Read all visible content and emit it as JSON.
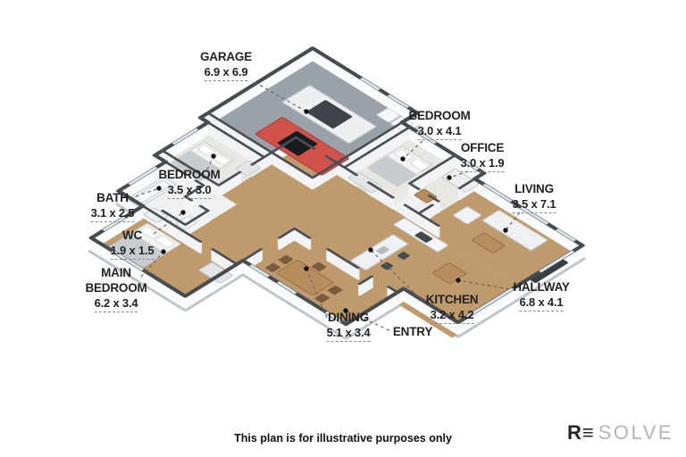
{
  "plan": {
    "rooms": [
      {
        "id": "garage",
        "name": "GARAGE",
        "dims": "6.9 x 6.9"
      },
      {
        "id": "bedroom-2",
        "name": "BEDROOM",
        "dims": "3.0 x 4.1"
      },
      {
        "id": "office",
        "name": "OFFICE",
        "dims": "3.0 x 1.9"
      },
      {
        "id": "bedroom-3",
        "name": "BEDROOM",
        "dims": "3.5 x 3.0"
      },
      {
        "id": "living",
        "name": "LIVING",
        "dims": "3.5 x 7.1"
      },
      {
        "id": "bath",
        "name": "BATH",
        "dims": "3.1 x 2.5"
      },
      {
        "id": "wc",
        "name": "WC",
        "dims": "1.9 x 1.5"
      },
      {
        "id": "hallway",
        "name": "HALLWAY",
        "dims": "6.8 x 4.1"
      },
      {
        "id": "kitchen",
        "name": "KITCHEN",
        "dims": "3.2 x 4.2"
      },
      {
        "id": "main-bedroom",
        "name": "MAIN BEDROOM",
        "dims": "6.2 x 3.4"
      },
      {
        "id": "entry",
        "name": "ENTRY",
        "dims": ""
      },
      {
        "id": "dining",
        "name": "DINING",
        "dims": "5.1 x 3.4"
      }
    ]
  },
  "footer": {
    "disclaimer": "This plan is for illustrative purposes only"
  },
  "brand": {
    "logo_strong": "R≡",
    "logo_light": "SOLVE"
  },
  "colors": {
    "wood": "#bf9a6d",
    "carpet": "#e9e7e2",
    "tile": "#eef0f1",
    "concrete": "#9ba1a8",
    "wall_top": "#474c52",
    "window": "#d9e5ec",
    "car_red": "#d0524b",
    "label_text": "#222222"
  }
}
